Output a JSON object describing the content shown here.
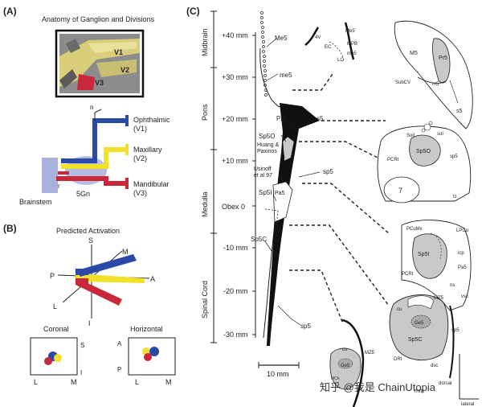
{
  "panels": {
    "a": {
      "letter": "(A)",
      "title": "Anatomy of Ganglion and Divisions",
      "photo_labels": [
        "V1",
        "V2",
        "V3"
      ],
      "branches": [
        {
          "name": "Ophthalmic",
          "code": "(V1)",
          "color": "#2b4aa8"
        },
        {
          "name": "Maxillary",
          "code": "(V2)",
          "color": "#f2e12a"
        },
        {
          "name": "Mandibular",
          "code": "(V3)",
          "color": "#c8283a"
        }
      ],
      "root_labels": [
        "n",
        "r"
      ],
      "ganglion_label": "5Gn",
      "brainstem_label": "Brainstem"
    },
    "b": {
      "letter": "(B)",
      "title": "Predicted Activation",
      "axes": {
        "S": "S",
        "M": "M",
        "P": "P",
        "A": "A",
        "L": "L",
        "I": "I"
      },
      "coronal": {
        "title": "Coronal",
        "side": [
          "S",
          "I"
        ],
        "bottom": [
          "L",
          "M"
        ]
      },
      "horizontal": {
        "title": "Horizontal",
        "side": [
          "A",
          "P"
        ],
        "bottom": [
          "L",
          "M"
        ]
      }
    },
    "c": {
      "letter": "(C)",
      "regions": [
        "Midbrain",
        "Pons",
        "Medulla",
        "Spinal Cord"
      ],
      "scale_ticks": [
        "+40 mm",
        "+30 mm",
        "+20 mm",
        "+10 mm",
        "Obex 0",
        "-10 mm",
        "-20 mm",
        "-30 mm"
      ],
      "scale_bar": "10 mm",
      "nuclei": [
        "Me5",
        "me5",
        "Pr5",
        "s5",
        "Sp5O",
        "Huang &",
        "Paxinos",
        "Usinoff",
        "et al 97",
        "sp5",
        "Sp5I",
        "Pa5",
        "Sp5C"
      ],
      "sec1": [
        "4V",
        "Me5",
        "MPB",
        "EC",
        "me5",
        "LC"
      ],
      "sec2": [
        "M5",
        "Pr5",
        "SubCV",
        "m5",
        "s5"
      ],
      "sec3": [
        "Soll",
        "sol",
        "Sp5O",
        "PCRt",
        "sp5",
        "7",
        "tz"
      ],
      "sec4": [
        "PCuMx",
        "LPCu",
        "Sp5I",
        "icp",
        "Pa5",
        "PCRt",
        "ns",
        "vsc"
      ],
      "sec5": [
        "cu",
        "MZ5",
        "Ge5",
        "Sp5C",
        "sp5",
        "DRt",
        "dsc"
      ],
      "sec6": [
        "cu",
        "MZ5",
        "Ge5",
        "MCh"
      ],
      "axis_labels": [
        "mm",
        "dorsal",
        "lateral"
      ]
    }
  },
  "watermark": "知乎 @我是 ChainUtopia",
  "colors": {
    "blue": "#2b4aa8",
    "yellow": "#f2e12a",
    "red": "#c8283a",
    "lavender": "#aab0dc",
    "gray": "#c9c9c9",
    "black": "#111111"
  }
}
